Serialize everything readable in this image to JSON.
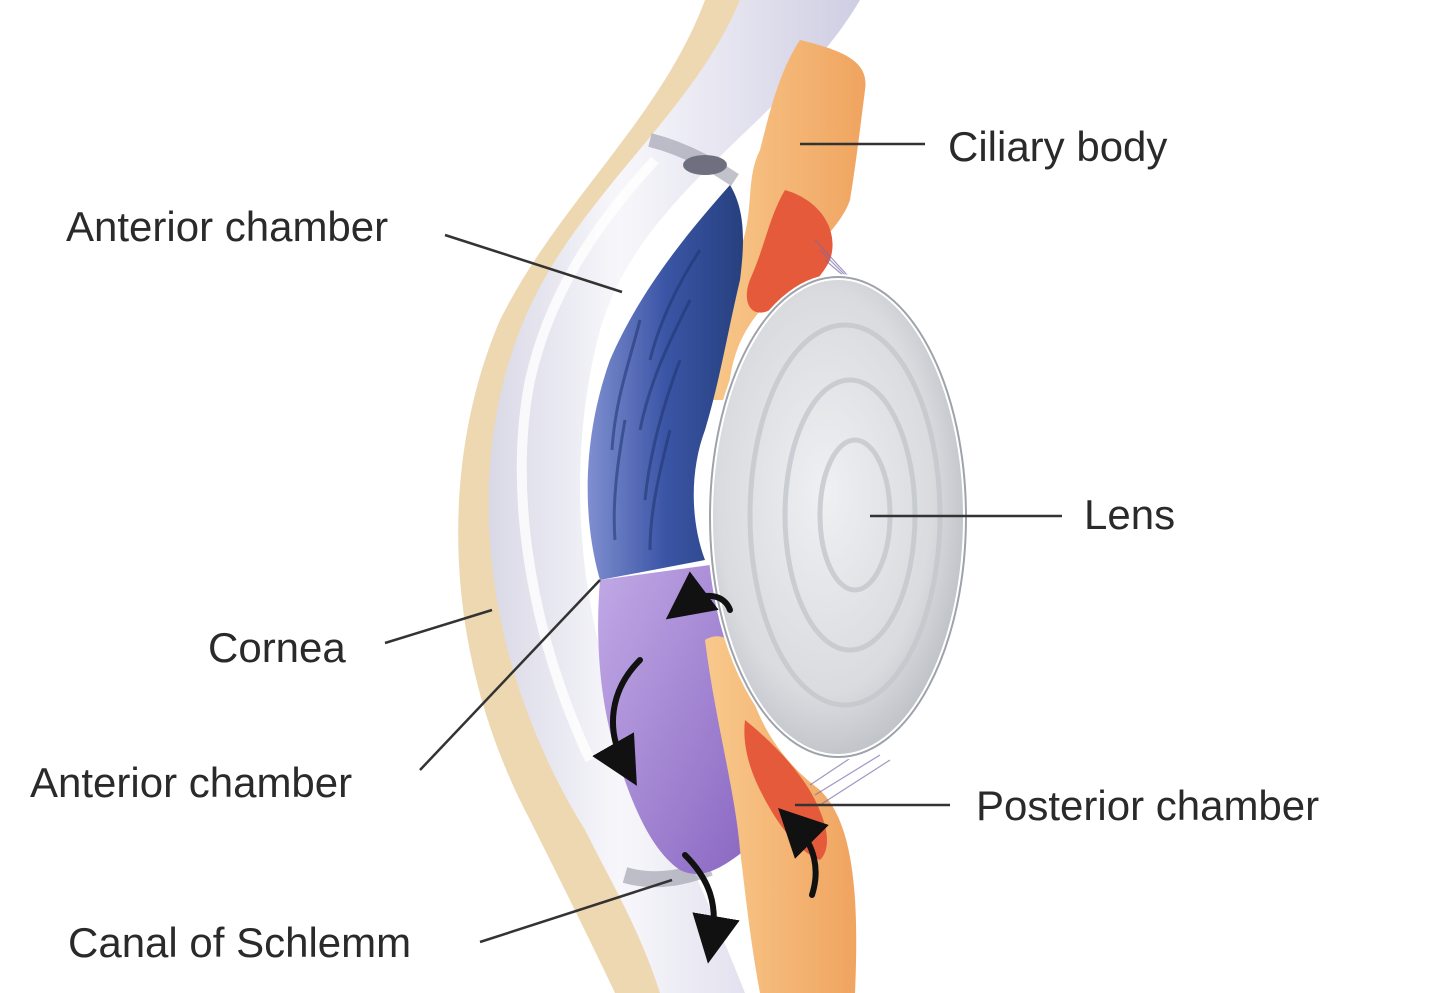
{
  "labels": {
    "ciliary_body": "Ciliary body",
    "anterior_chamber_top": "Anterior chamber",
    "lens": "Lens",
    "cornea": "Cornea",
    "anterior_chamber_bottom": "Anterior chamber",
    "posterior_chamber": "Posterior chamber",
    "canal_of_schlemm": "Canal of Schlemm"
  },
  "colors": {
    "cornea": "#ecebf3",
    "sclera_tan": "#efd9b3",
    "iris_blue": "#3e5aa8",
    "iris_purple": "#9a7bc9",
    "ciliary_orange": "#f3b777",
    "ciliary_red": "#e6543a",
    "lens": "#dfe1e4",
    "leader_line": "#333333"
  }
}
